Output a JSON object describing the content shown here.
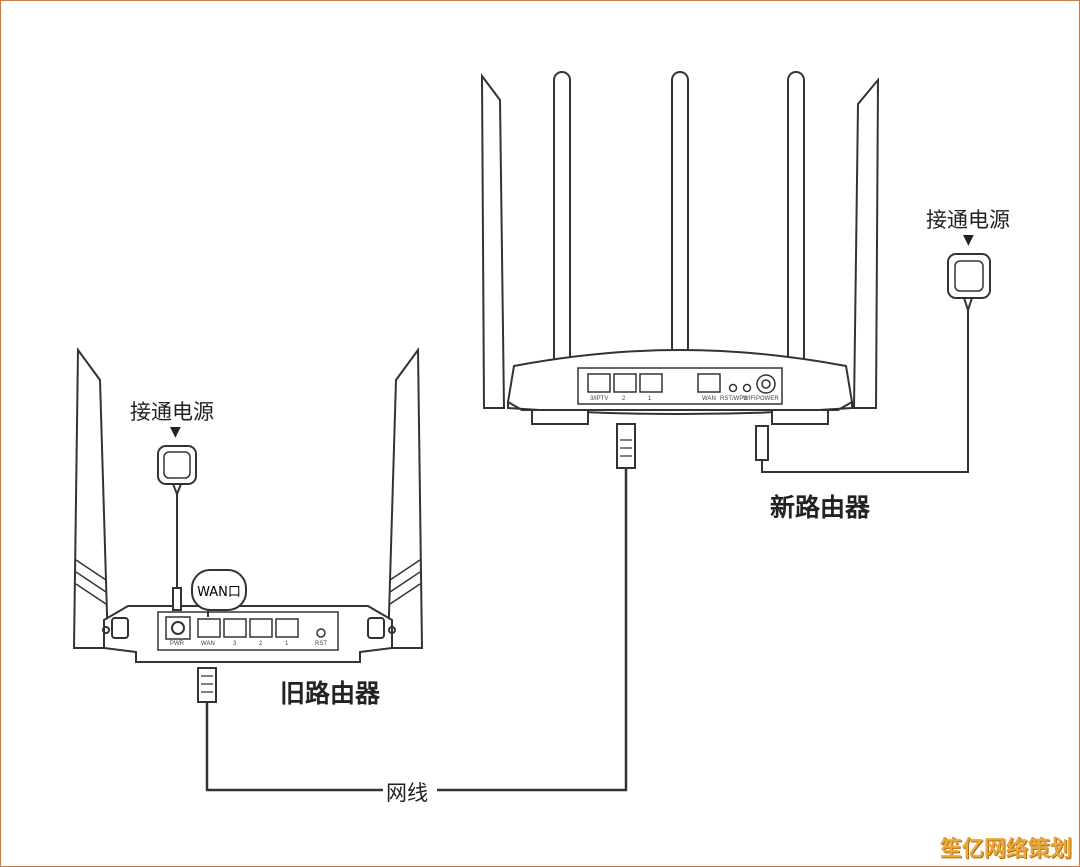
{
  "labels": {
    "power_left": "接通电源",
    "power_right": "接通电源",
    "old_router": "旧路由器",
    "new_router": "新路由器",
    "cable": "网线",
    "wan_port": "WAN口",
    "arrow": "▼"
  },
  "old_router_ports": [
    "PWR",
    "WAN",
    "3",
    "2",
    "1",
    "RST"
  ],
  "new_router_ports": [
    "3/IPTV",
    "2",
    "1",
    "WAN",
    "RST/WPS",
    "WIFI",
    "POWER"
  ],
  "watermark": "笙亿网络策划",
  "colors": {
    "line": "#333333",
    "frame": "#c87a4a",
    "watermark": "#e8a93a"
  }
}
